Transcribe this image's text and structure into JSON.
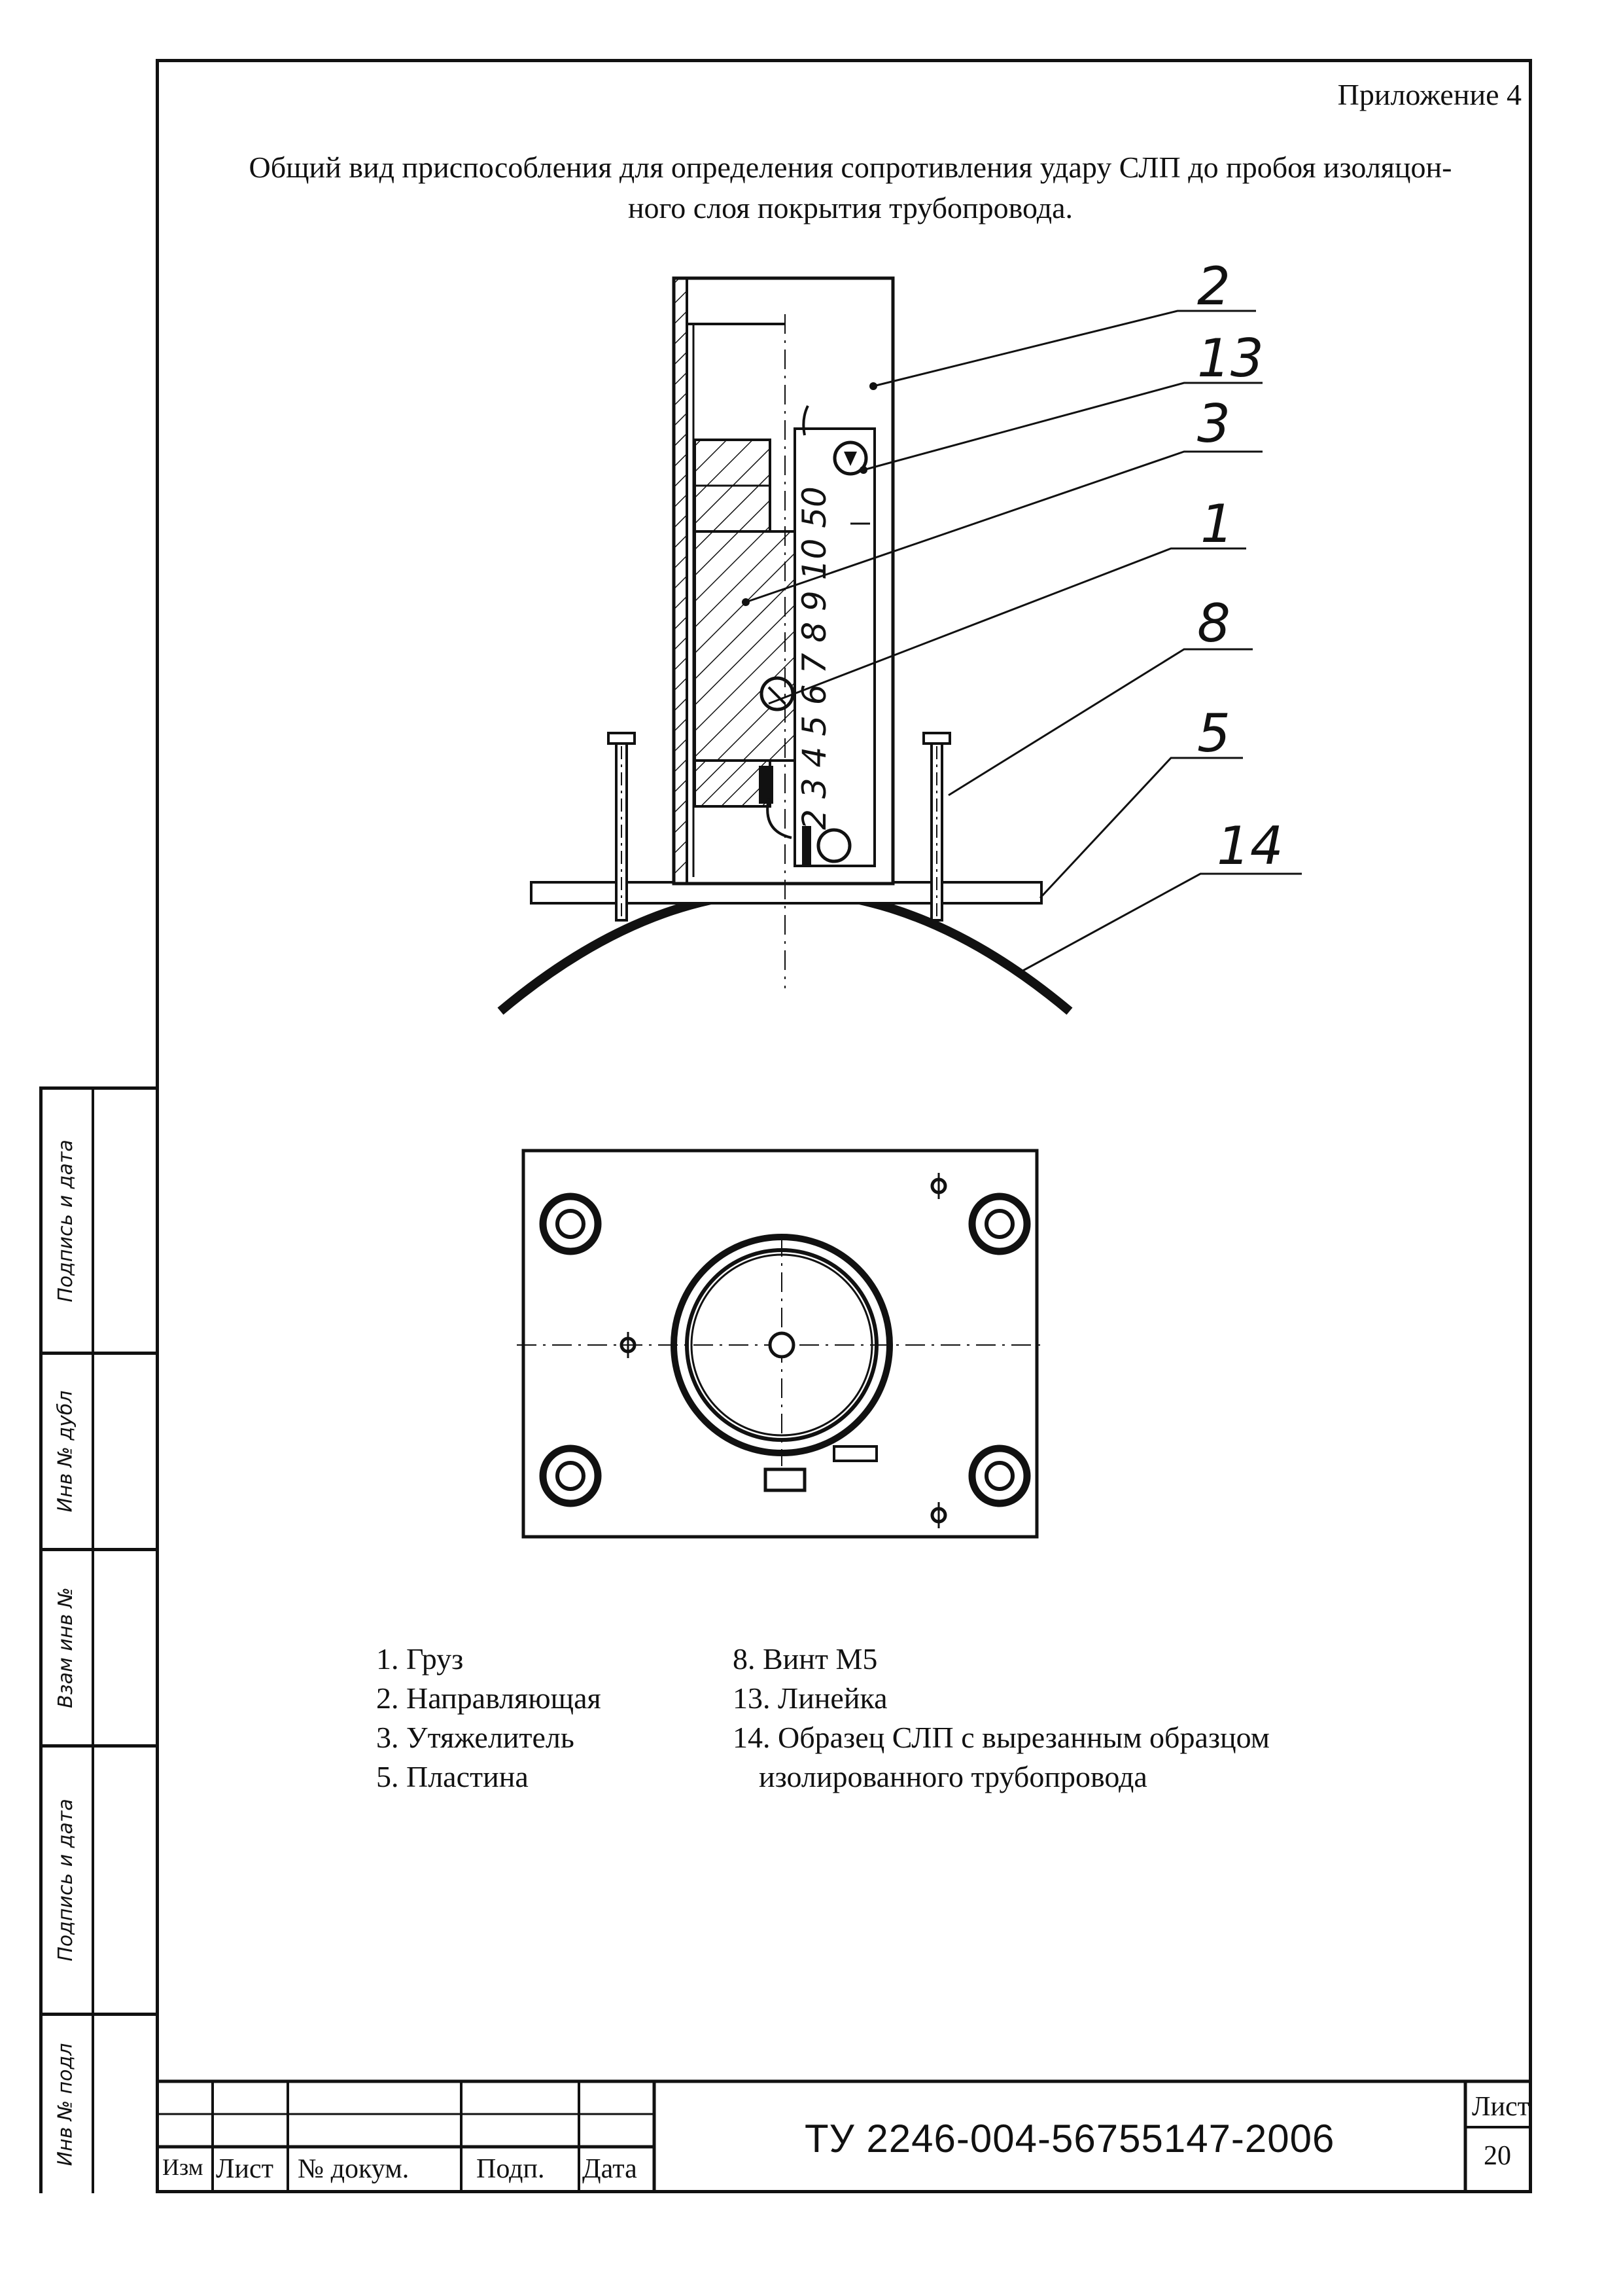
{
  "header": {
    "appendix": "Приложение 4",
    "caption_line1": "Общий вид приспособления для определения сопротивления удару СЛП до пробоя изоляцон-",
    "caption_line2": "ного слоя покрытия трубопровода."
  },
  "callouts": [
    "2",
    "13",
    "3",
    "1",
    "8",
    "5",
    "14"
  ],
  "ruler_marks": "2 3 4 5 6 7 8 9 10 50",
  "legend": {
    "left": [
      "1. Груз",
      "2. Направляющая",
      "3. Утяжелитель",
      "5. Пластина"
    ],
    "right": [
      "8. Винт М5",
      "13. Линейка",
      "14. Образец СЛП с вырезанным образцом",
      "изолированного трубопровода"
    ]
  },
  "side_strip": [
    "Подпись и дата",
    "Инв № дубл",
    "Взам инв №",
    "Подпись и дата",
    "Инв № подл"
  ],
  "title_block": {
    "cols": [
      "Изм",
      "Лист",
      "№ докум.",
      "Подп.",
      "Дата"
    ],
    "document_code": "ТУ 2246-004-56755147-2006",
    "sheet_label": "Лист",
    "sheet_number": "20"
  }
}
